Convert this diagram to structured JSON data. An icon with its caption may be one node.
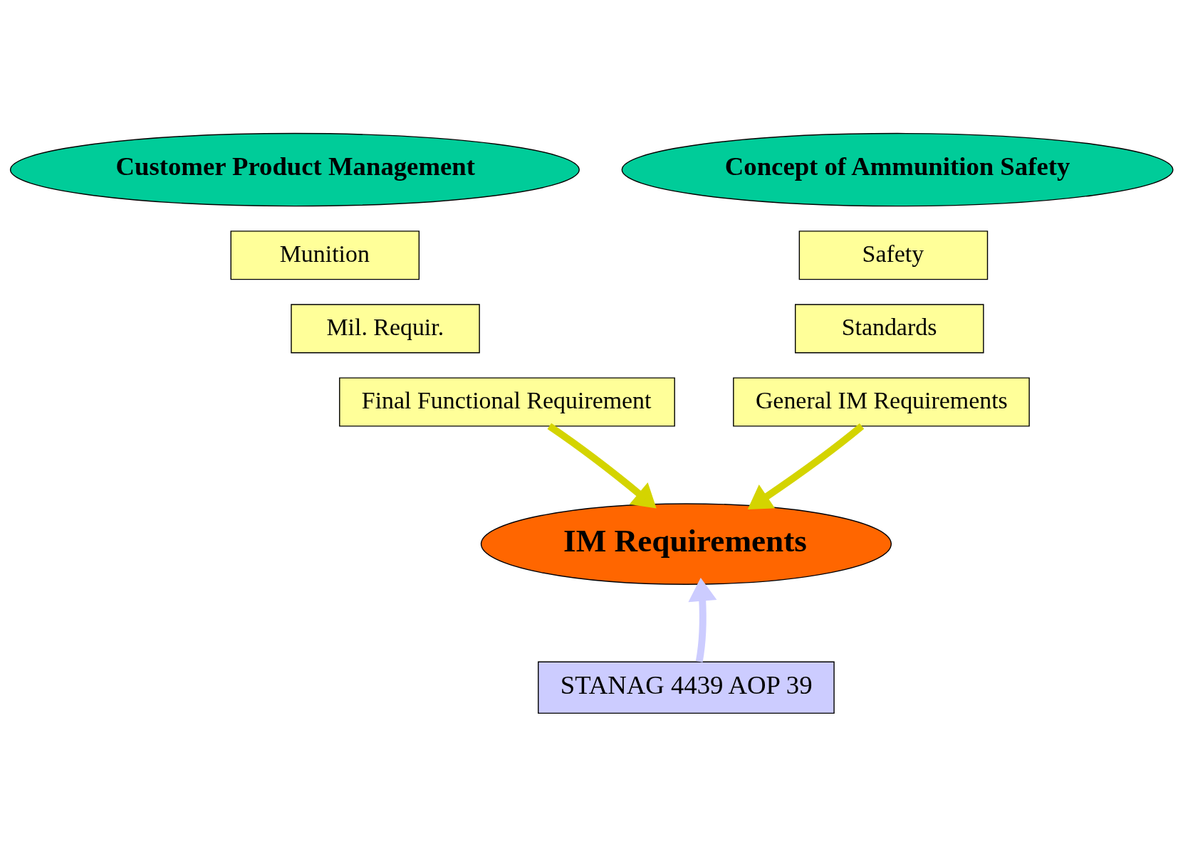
{
  "diagram": {
    "nodes": [
      {
        "text": [
          "Customer Product Management"
        ]
      },
      {
        "text": [
          "Munition"
        ]
      },
      {
        "text": [
          "Mil. Requir."
        ]
      },
      {
        "text": [
          "Final Functional Requirement"
        ]
      },
      {
        "text": [
          "Concept of Ammunition Safety"
        ]
      },
      {
        "text": [
          "Safety"
        ]
      },
      {
        "text": [
          "Standards"
        ]
      },
      {
        "text": [
          "General IM Requirements"
        ]
      },
      {
        "text": [
          "IM Requirements"
        ]
      },
      {
        "text": [
          "STANAG 4439 AOP 39"
        ]
      }
    ],
    "edges": [
      {
        "from": 3,
        "to": 8,
        "arrow": "to"
      },
      {
        "from": 7,
        "to": 8,
        "arrow": "to"
      },
      {
        "from": 9,
        "to": 8,
        "arrow": "to",
        "color": "#ccccff"
      }
    ]
  }
}
